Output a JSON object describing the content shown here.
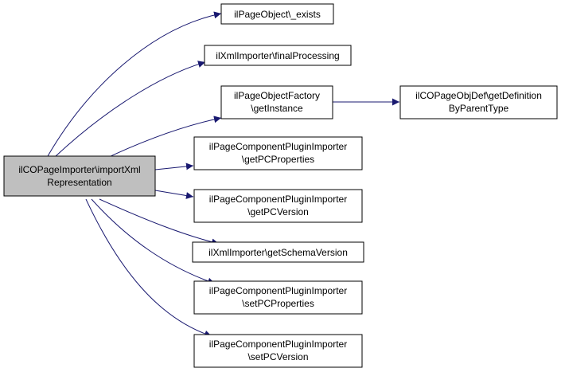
{
  "colors": {
    "background": "#ffffff",
    "node_fill": "#ffffff",
    "node_stroke": "#000000",
    "root_fill": "#bfbfbf",
    "edge": "#191970"
  },
  "root": {
    "line1": "ilCOPageImporter\\importXml",
    "line2": "Representation"
  },
  "targets": [
    {
      "line1": "ilPageObject\\_exists",
      "line2": ""
    },
    {
      "line1": "ilXmlImporter\\finalProcessing",
      "line2": ""
    },
    {
      "line1": "ilPageObjectFactory",
      "line2": "\\getInstance"
    },
    {
      "line1": "ilPageComponentPluginImporter",
      "line2": "\\getPCProperties"
    },
    {
      "line1": "ilPageComponentPluginImporter",
      "line2": "\\getPCVersion"
    },
    {
      "line1": "ilXmlImporter\\getSchemaVersion",
      "line2": ""
    },
    {
      "line1": "ilPageComponentPluginImporter",
      "line2": "\\setPCProperties"
    },
    {
      "line1": "ilPageComponentPluginImporter",
      "line2": "\\setPCVersion"
    }
  ],
  "secondary": {
    "line1": "ilCOPageObjDef\\getDefinition",
    "line2": "ByParentType"
  }
}
